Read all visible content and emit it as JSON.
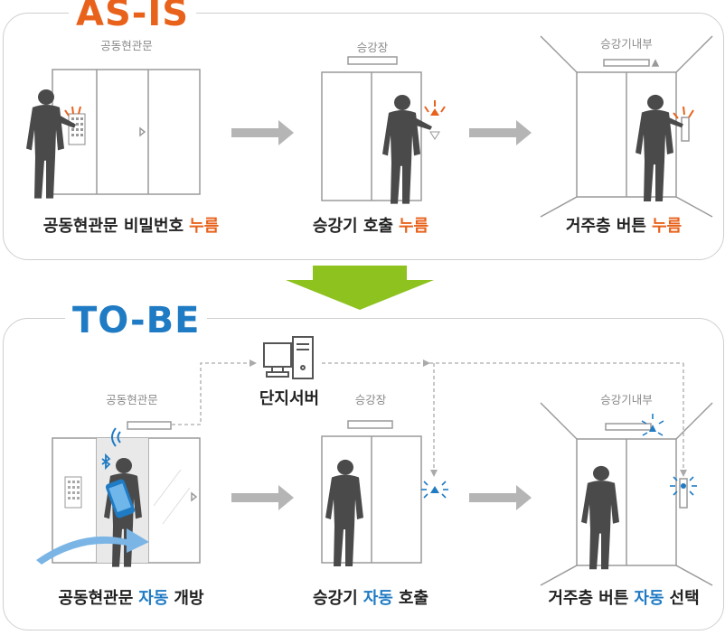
{
  "asis": {
    "heading": "AS-IS",
    "color": "#e8621c",
    "steps": [
      {
        "label": "공동현관문",
        "caption": "공동현관문 비밀번호",
        "highlight": "누름"
      },
      {
        "label": "승강장",
        "caption": "승강기 호출",
        "highlight": "누름"
      },
      {
        "label": "승강기내부",
        "caption": "거주층 버튼",
        "highlight": "누름"
      }
    ]
  },
  "tobe": {
    "heading": "TO-BE",
    "color": "#1f7bc4",
    "server_label": "단지서버",
    "steps": [
      {
        "label": "공동현관문",
        "caption_pre": "공동현관문",
        "highlight": "자동",
        "caption_post": "개방"
      },
      {
        "label": "승강장",
        "caption_pre": "승강기",
        "highlight": "자동",
        "caption_post": "호출"
      },
      {
        "label": "승강기내부",
        "caption_pre": "거주층 버튼",
        "highlight": "자동",
        "caption_post": "선택"
      }
    ]
  },
  "colors": {
    "transition_arrow": "#8dc21f",
    "step_arrow": "#b5b5b5",
    "figure": "#4a4a4a",
    "outline": "#9a9a9a"
  }
}
